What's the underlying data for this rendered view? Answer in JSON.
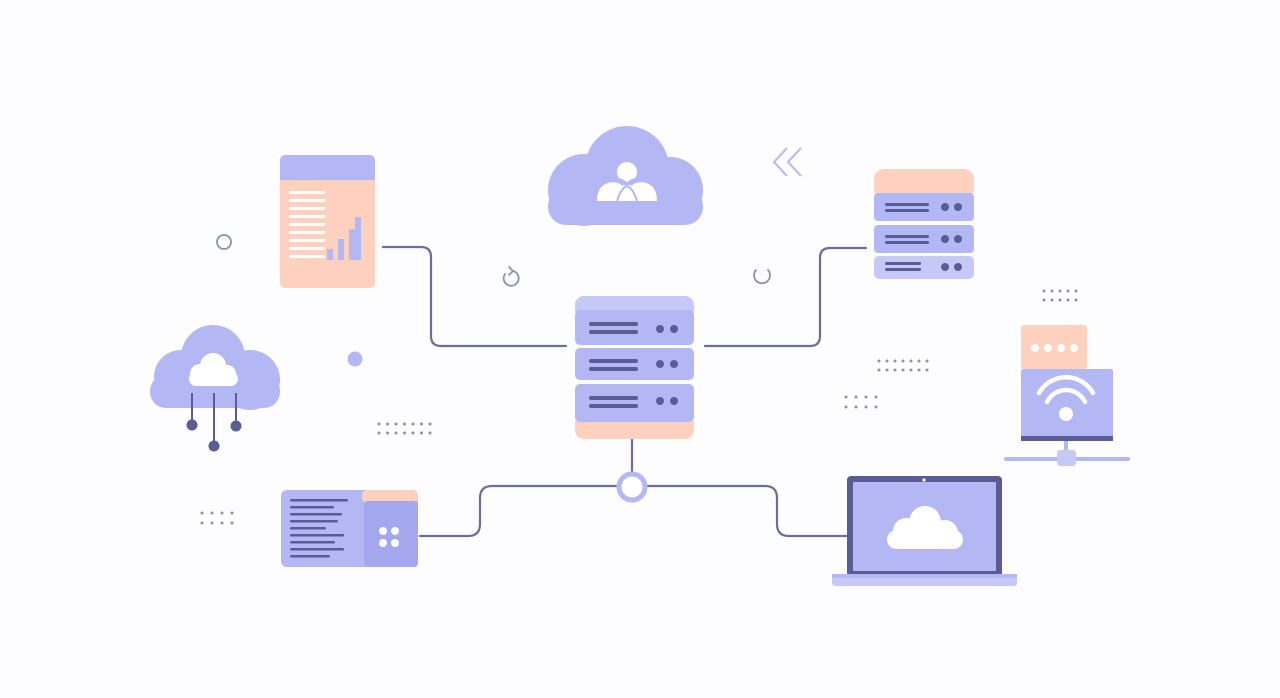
{
  "colors": {
    "background": "#fdfcfe",
    "lavender": "#b3b8f4",
    "lavender_light": "#c6c9f7",
    "lavender_dark": "#a3a8ee",
    "peach": "#fdd1bd",
    "navy": "#5a5c95",
    "line": "#6e6c9b",
    "dot": "#8d8fb3",
    "white": "#ffffff"
  },
  "nodes": [
    {
      "id": "central-server",
      "icon": "server-rack-icon"
    },
    {
      "id": "cloud-user",
      "icon": "cloud-user-icon"
    },
    {
      "id": "report-document",
      "icon": "bar-chart-document-icon"
    },
    {
      "id": "server-stack",
      "icon": "server-stack-icon"
    },
    {
      "id": "cloud-network",
      "icon": "cloud-network-icon"
    },
    {
      "id": "code-window",
      "icon": "code-window-icon"
    },
    {
      "id": "laptop-cloud",
      "icon": "laptop-cloud-icon"
    },
    {
      "id": "wifi-network",
      "icon": "wifi-network-icon"
    }
  ],
  "connections": [
    {
      "from": "report-document",
      "to": "central-server"
    },
    {
      "from": "server-stack",
      "to": "central-server"
    },
    {
      "from": "code-window",
      "to": "central-server"
    },
    {
      "from": "laptop-cloud",
      "to": "central-server"
    }
  ],
  "decorations": {
    "chevron_icon": "double-chevron-left-icon",
    "ring_icons": [
      "ring-icon",
      "circular-arrow-icon"
    ]
  }
}
